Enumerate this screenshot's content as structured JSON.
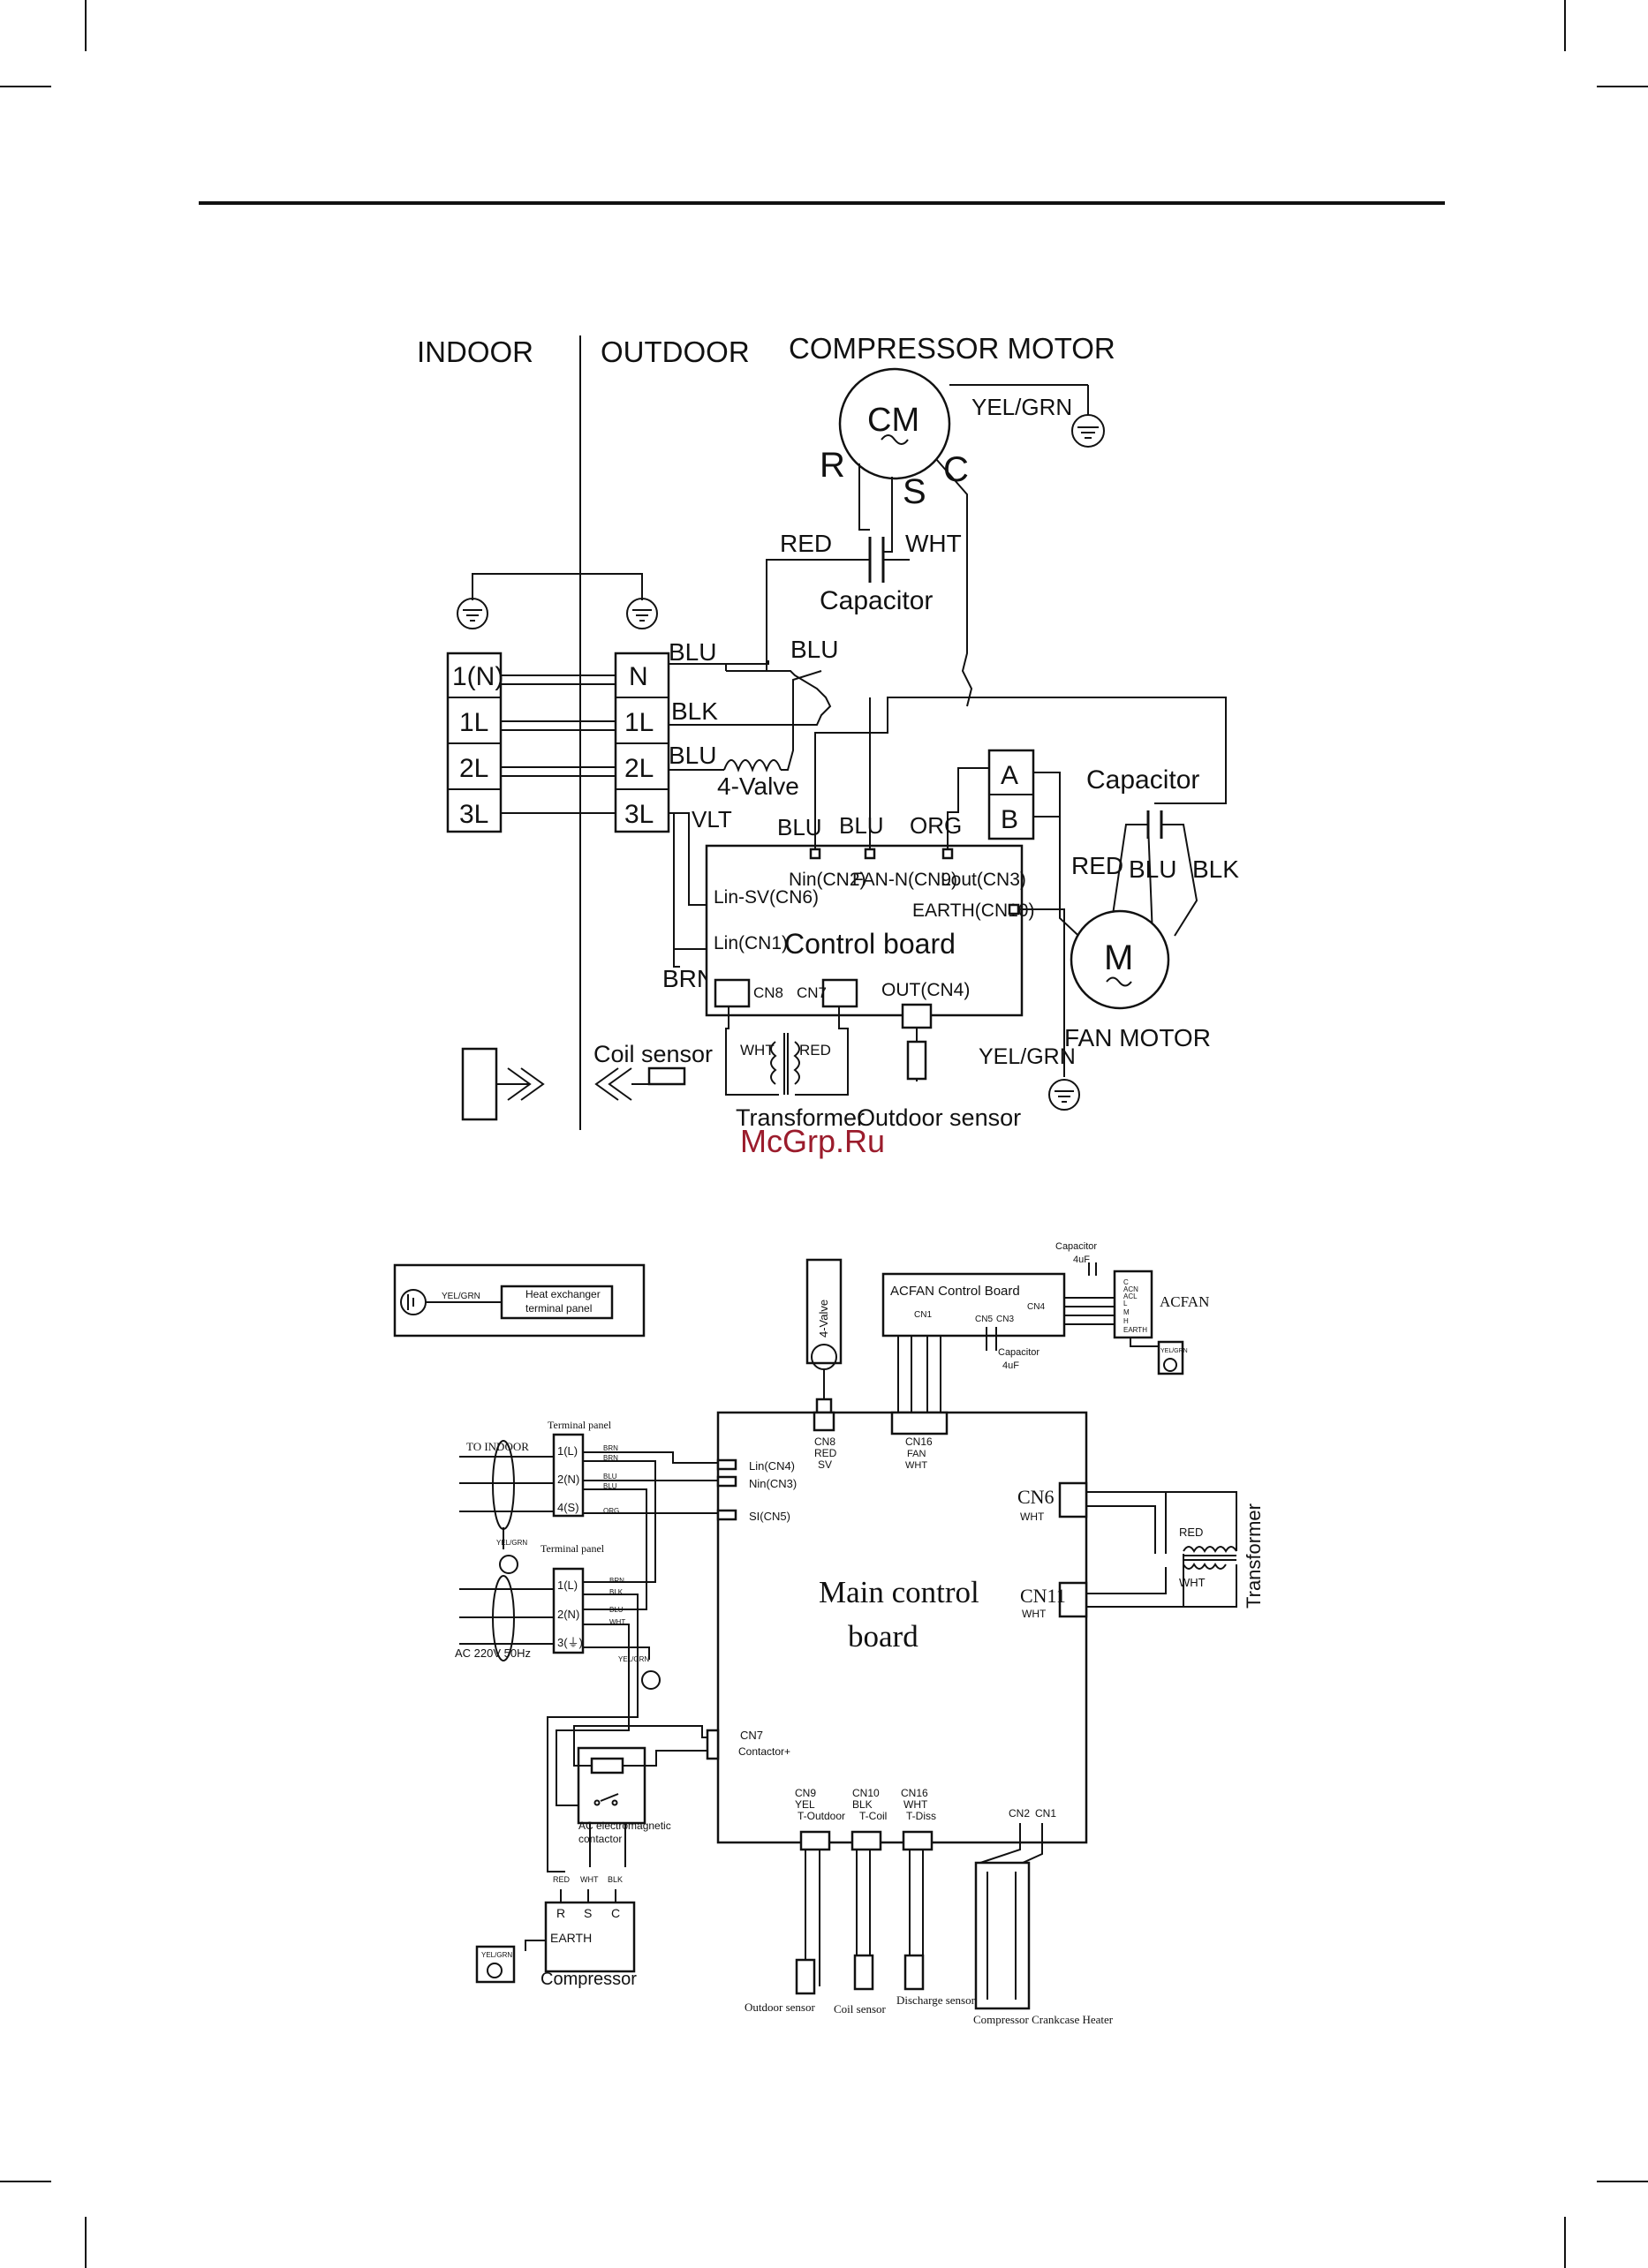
{
  "diagram1": {
    "indoor": "INDOOR",
    "outdoor": "OUTDOOR",
    "compressor_motor": "COMPRESSOR MOTOR",
    "cm": "CM",
    "yel_grn_top": "YEL/GRN",
    "r": "R",
    "s": "S",
    "c": "C",
    "red": "RED",
    "wht": "WHT",
    "capacitor": "Capacitor",
    "blu_1": "BLU",
    "blu_2": "BLU",
    "blk_1": "BLK",
    "blu_3": "BLU",
    "four_valve": "4-Valve",
    "vlt": "VLT",
    "indoor_terminals": [
      "1(N)",
      "1L",
      "2L",
      "3L"
    ],
    "outdoor_terminals": [
      "N",
      "1L",
      "2L",
      "3L"
    ],
    "blu_4": "BLU",
    "blu_5": "BLU",
    "org": "ORG",
    "a": "A",
    "b": "B",
    "fan_capacitor": "Capacitor",
    "fan_red": "RED",
    "fan_blu": "BLU",
    "fan_blk": "BLK",
    "m": "M",
    "fan_motor": "FAN MOTOR",
    "nin_cn2": "Nin(CN2)",
    "fan_n_cn9": "FAN-N(CN9)",
    "lout_cn3": "Lout(CN3)",
    "lin_sv_cn6": "Lin-SV(CN6)",
    "earth_cn10": "EARTH(CN10)",
    "lin_cn1": "Lin(CN1)",
    "control_board": "Control board",
    "brn": "BRN",
    "cn8": "CN8",
    "cn7": "CN7",
    "out_cn4": "OUT(CN4)",
    "yel_grn_bottom": "YEL/GRN",
    "coil_sensor": "Coil sensor",
    "t_wht": "WHT",
    "t_red": "RED",
    "transformer": "Transformer",
    "outdoor_sensor": "Outdoor sensor"
  },
  "watermark": "McGrp.Ru",
  "diagram2": {
    "legend_yelgrn": "YEL/GRN",
    "legend_line1": "Heat exchanger",
    "legend_line2": "terminal panel",
    "four_valve": "4-Valve",
    "acfan_board": "ACFAN Control Board",
    "acfan_capacitor": "Capacitor",
    "acfan_cap_val": "4uF",
    "acfan": "ACFAN",
    "acfan_pins": [
      "C",
      "ACN",
      "ACL",
      "L",
      "M",
      "H",
      "EARTH"
    ],
    "acfan_cn1": "CN1",
    "acfan_cn5": "CN5",
    "acfan_cn3": "CN3",
    "acfan_cn4": "CN4",
    "acfan_cap2": "Capacitor",
    "acfan_cap2_val": "4uF",
    "acfan_yelgrn": "YEL/GRN",
    "cn8": "CN8",
    "cn8_red": "RED",
    "cn8_sv": "SV",
    "cn16": "CN16",
    "cn16_fan": "FAN",
    "cn16_wht": "WHT",
    "terminal_panel_1": "Terminal panel",
    "to_indoor": "TO INDOOR",
    "tp1_terms": [
      "1(L)",
      "2(N)",
      "4(S)"
    ],
    "tp1_colors": [
      "BRN",
      "BRN",
      "BLU",
      "BLU",
      "ORG"
    ],
    "yelgrn_1": "YEL/GRN",
    "terminal_panel_2": "Terminal panel",
    "tp2_terms": [
      "1(L)",
      "2(N)",
      "3(⏚)"
    ],
    "tp2_colors": [
      "BRN",
      "BLK",
      "BLU",
      "WHT"
    ],
    "ac_supply": "AC 220V 50Hz",
    "yelgrn_2": "YEL/GRN",
    "lin_cn4": "Lin(CN4)",
    "nin_cn3": "Nin(CN3)",
    "si_cn5": "SI(CN5)",
    "cn6": "CN6",
    "cn6_wht": "WHT",
    "cn11": "CN11",
    "cn11_wht": "WHT",
    "tr_red": "RED",
    "tr_wht": "WHT",
    "transformer": "Transformer",
    "main_board_1": "Main control",
    "main_board_2": "board",
    "cn7": "CN7",
    "contactor_plus": "Contactor+",
    "contactor_1": "AC electromagnetic",
    "contactor_2": "contactor",
    "cn9": "CN9",
    "cn9_yel": "YEL",
    "cn9_t": "T-Outdoor",
    "cn10": "CN10",
    "cn10_blk": "BLK",
    "cn10_t": "T-Coil",
    "cn16b": "CN16",
    "cn16b_wht": "WHT",
    "cn16b_t": "T-Diss",
    "cn2": "CN2",
    "cn1": "CN1",
    "comp_red": "RED",
    "comp_wht": "WHT",
    "comp_blk": "BLK",
    "comp_r": "R",
    "comp_s": "S",
    "comp_c": "C",
    "comp_earth": "EARTH",
    "comp_yelgrn": "YEL/GRN",
    "compressor": "Compressor",
    "outdoor_sensor": "Outdoor sensor",
    "coil_sensor": "Coil sensor",
    "discharge_sensor": "Discharge sensor",
    "crankcase": "Compressor Crankcase Heater"
  }
}
